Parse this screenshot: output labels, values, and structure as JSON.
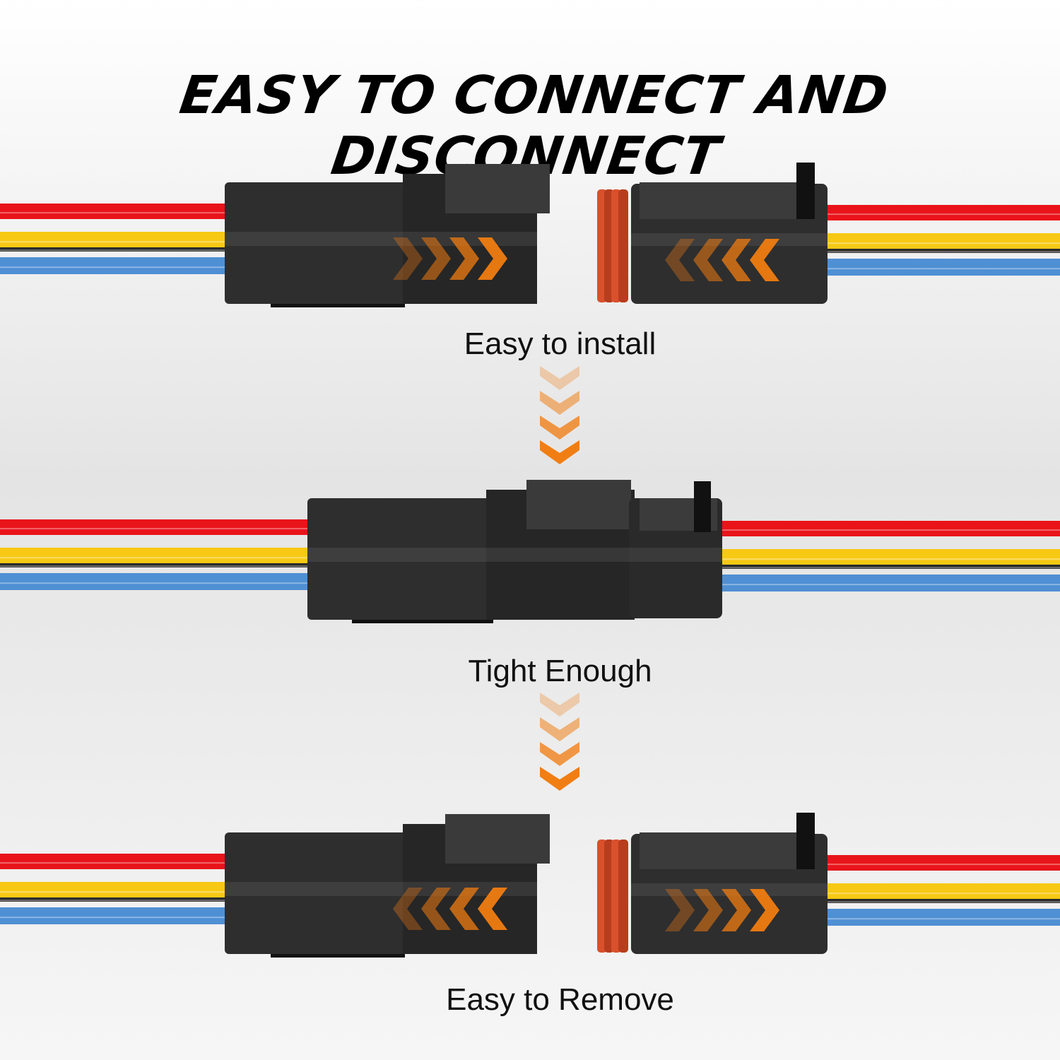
{
  "title": "EASY TO CONNECT AND DISCONNECT",
  "steps": [
    {
      "caption": "Easy to install",
      "state": "separated",
      "left_arrows": "right",
      "right_arrows": "left"
    },
    {
      "caption": "Tight Enough",
      "state": "connected"
    },
    {
      "caption": "Easy to Remove",
      "state": "separated",
      "left_arrows": "left",
      "right_arrows": "right"
    }
  ],
  "colors": {
    "wire_red": "#e8141a",
    "wire_yellow": "#f7c914",
    "wire_black": "#2a2a2a",
    "wire_blue": "#4f8fd4",
    "connector": "#2e2e2e",
    "seal": "#d8502c",
    "arrow": "#f07c10"
  }
}
